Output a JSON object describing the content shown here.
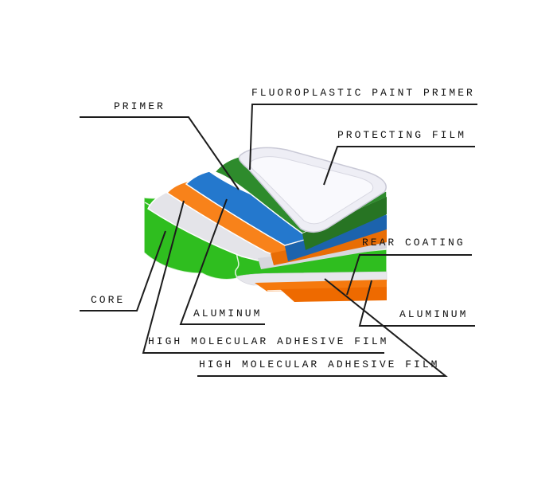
{
  "colors": {
    "background": "#ffffff",
    "leader_line": "#1c1c1c",
    "label_text": "#111111",
    "film_fill": "#eeeef5",
    "film_inner": "#f9f9fd",
    "film_edge": "#c9c9d6",
    "paint_top": "#2e8b2c",
    "paint_front": "#277423",
    "primer_top": "#2478cd",
    "primer_front": "#1c63ad",
    "aluminum_top": "#f8821a",
    "aluminum_front": "#e86d05",
    "adhesive_top": "#e4e4e9",
    "adhesive_front": "#d7d7de",
    "core_fill": "#2fbe1f",
    "bottom_adhesive": "#e7e7ec",
    "bottom_aluminum": "#f5790e",
    "bottom_rear_coating": "#ee6a00"
  },
  "labels": {
    "primer": "PRIMER",
    "fluoroplastic_paint_primer": "FLUOROPLASTIC PAINT PRIMER",
    "protecting_film": "PROTECTING FILM",
    "rear_coating": "REAR COATING",
    "aluminum_upper": "ALUMINUM",
    "aluminum_lower": "ALUMINUM",
    "core": "CORE",
    "adhesive_film_upper": "HIGH MOLECULAR ADHESIVE FILM",
    "adhesive_film_lower": "HIGH MOLECULAR ADHESIVE FILM"
  },
  "layers_top_to_bottom": [
    {
      "label": "PROTECTING FILM",
      "color": "#eeeef5"
    },
    {
      "label": "FLUOROPLASTIC PAINT PRIMER",
      "color": "#2e8b2c"
    },
    {
      "label": "PRIMER",
      "color": "#2478cd"
    },
    {
      "label": "ALUMINUM",
      "color": "#f8821a"
    },
    {
      "label": "HIGH MOLECULAR ADHESIVE FILM",
      "color": "#e4e4e9"
    },
    {
      "label": "CORE",
      "color": "#2fbe1f"
    },
    {
      "label": "HIGH MOLECULAR ADHESIVE FILM",
      "color": "#e7e7ec"
    },
    {
      "label": "ALUMINUM",
      "color": "#f5790e"
    },
    {
      "label": "REAR COATING",
      "color": "#ee6a00"
    }
  ]
}
